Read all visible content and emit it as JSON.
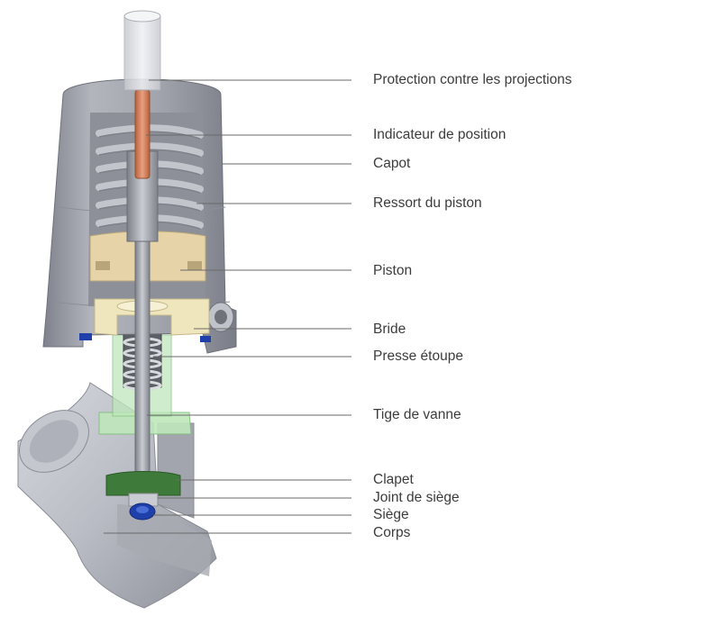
{
  "diagram": {
    "labels": [
      {
        "id": "protection",
        "text": "Protection contre les projections"
      },
      {
        "id": "indicateur",
        "text": "Indicateur de position"
      },
      {
        "id": "capot",
        "text": "Capot"
      },
      {
        "id": "ressort",
        "text": "Ressort du piston"
      },
      {
        "id": "piston",
        "text": "Piston"
      },
      {
        "id": "bride",
        "text": "Bride"
      },
      {
        "id": "presse",
        "text": "Presse étoupe"
      },
      {
        "id": "tige",
        "text": "Tige de vanne"
      },
      {
        "id": "clapet",
        "text": "Clapet"
      },
      {
        "id": "joint",
        "text": "Joint de siège"
      },
      {
        "id": "siege",
        "text": "Siège"
      },
      {
        "id": "corps",
        "text": "Corps"
      }
    ]
  },
  "colors": {
    "housing": "#9d9fa8",
    "spring": "#b8bcc4",
    "indicator": "#d9835e",
    "piston": "#e6d3a8",
    "flange": "#efe6bd",
    "gland": "#bfe8bc",
    "disc": "#3e7a3a",
    "seal": "#1f3faa",
    "packing": "#e9a3ad"
  }
}
